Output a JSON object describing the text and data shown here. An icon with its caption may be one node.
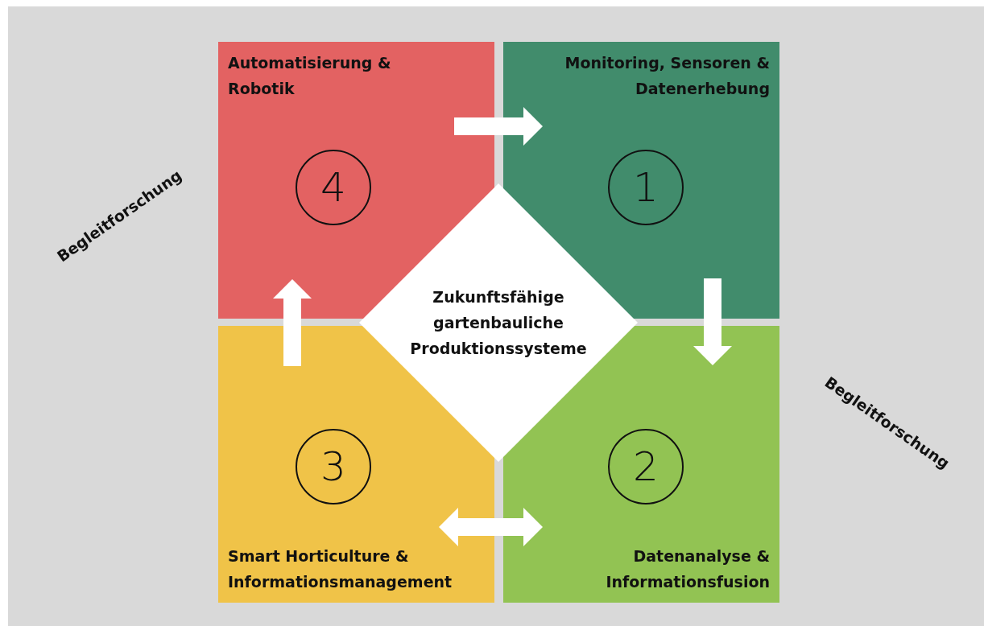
{
  "diagram": {
    "nodes": [
      {
        "text": [
          "Automatisierung & Robotik"
        ]
      },
      {
        "text": [
          "4"
        ],
        "in": 0
      },
      {
        "text": [
          "Monitoring, Sensoren & Datenerhebung"
        ]
      },
      {
        "text": [
          "1"
        ],
        "in": 2
      },
      {
        "text": [
          "Smart Horticulture & Informationsmanagement"
        ]
      },
      {
        "text": [
          "3"
        ],
        "in": 4
      },
      {
        "text": [
          "Datenanalyse & Informationsfusion"
        ]
      },
      {
        "text": [
          "2"
        ],
        "in": 6
      },
      {
        "text": [
          "Zukunftsfähige gartenbauliche Produktionssysteme"
        ]
      }
    ],
    "edges": [
      {
        "from": 0,
        "to": 2,
        "arrow": "to"
      },
      {
        "from": 2,
        "to": 6,
        "arrow": "to"
      },
      {
        "from": 4,
        "to": 6,
        "arrow": "both"
      },
      {
        "from": 4,
        "to": 0,
        "arrow": "to"
      }
    ],
    "labels": [
      "Begleitforschung",
      "Begleitforschung"
    ]
  }
}
